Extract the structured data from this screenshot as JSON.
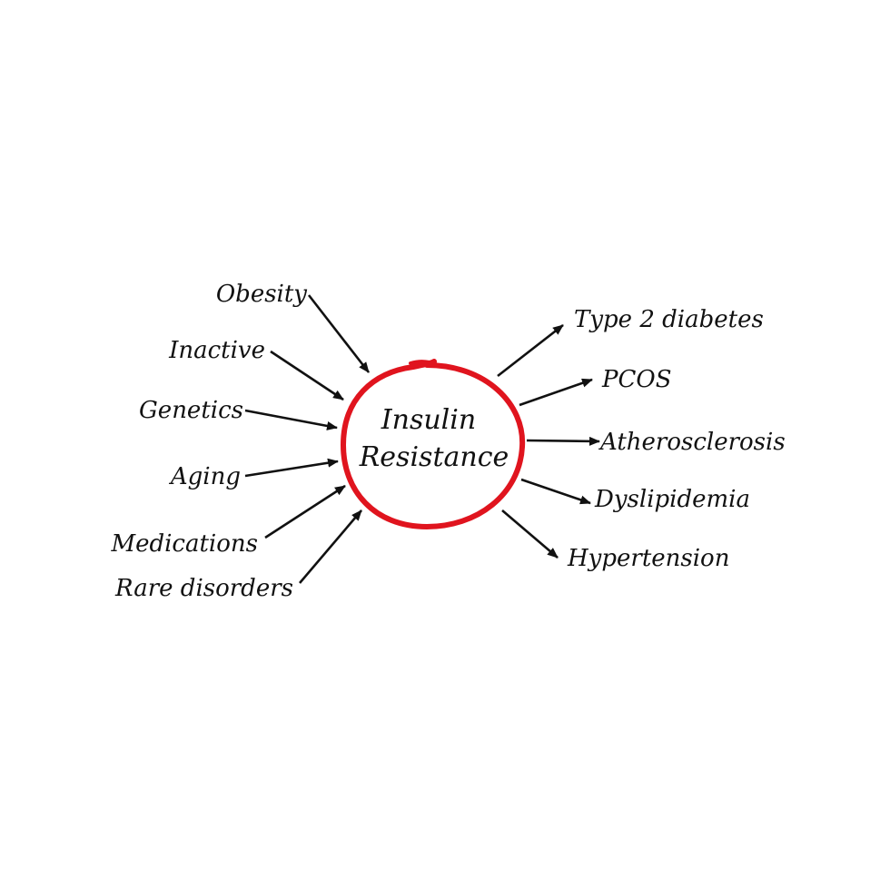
{
  "center": {
    "line1": "Insulin",
    "line2": "Resistance",
    "circle_color": "#e0141e"
  },
  "causes": [
    {
      "label": "Obesity"
    },
    {
      "label": "Inactive"
    },
    {
      "label": "Genetics"
    },
    {
      "label": "Aging"
    },
    {
      "label": "Medications"
    },
    {
      "label": "Rare disorders"
    }
  ],
  "effects": [
    {
      "label": "Type 2 diabetes"
    },
    {
      "label": "PCOS"
    },
    {
      "label": "Atherosclerosis"
    },
    {
      "label": "Dyslipidemia"
    },
    {
      "label": "Hypertension"
    }
  ],
  "colors": {
    "text": "#111111",
    "arrow": "#111111",
    "background": "#ffffff"
  }
}
